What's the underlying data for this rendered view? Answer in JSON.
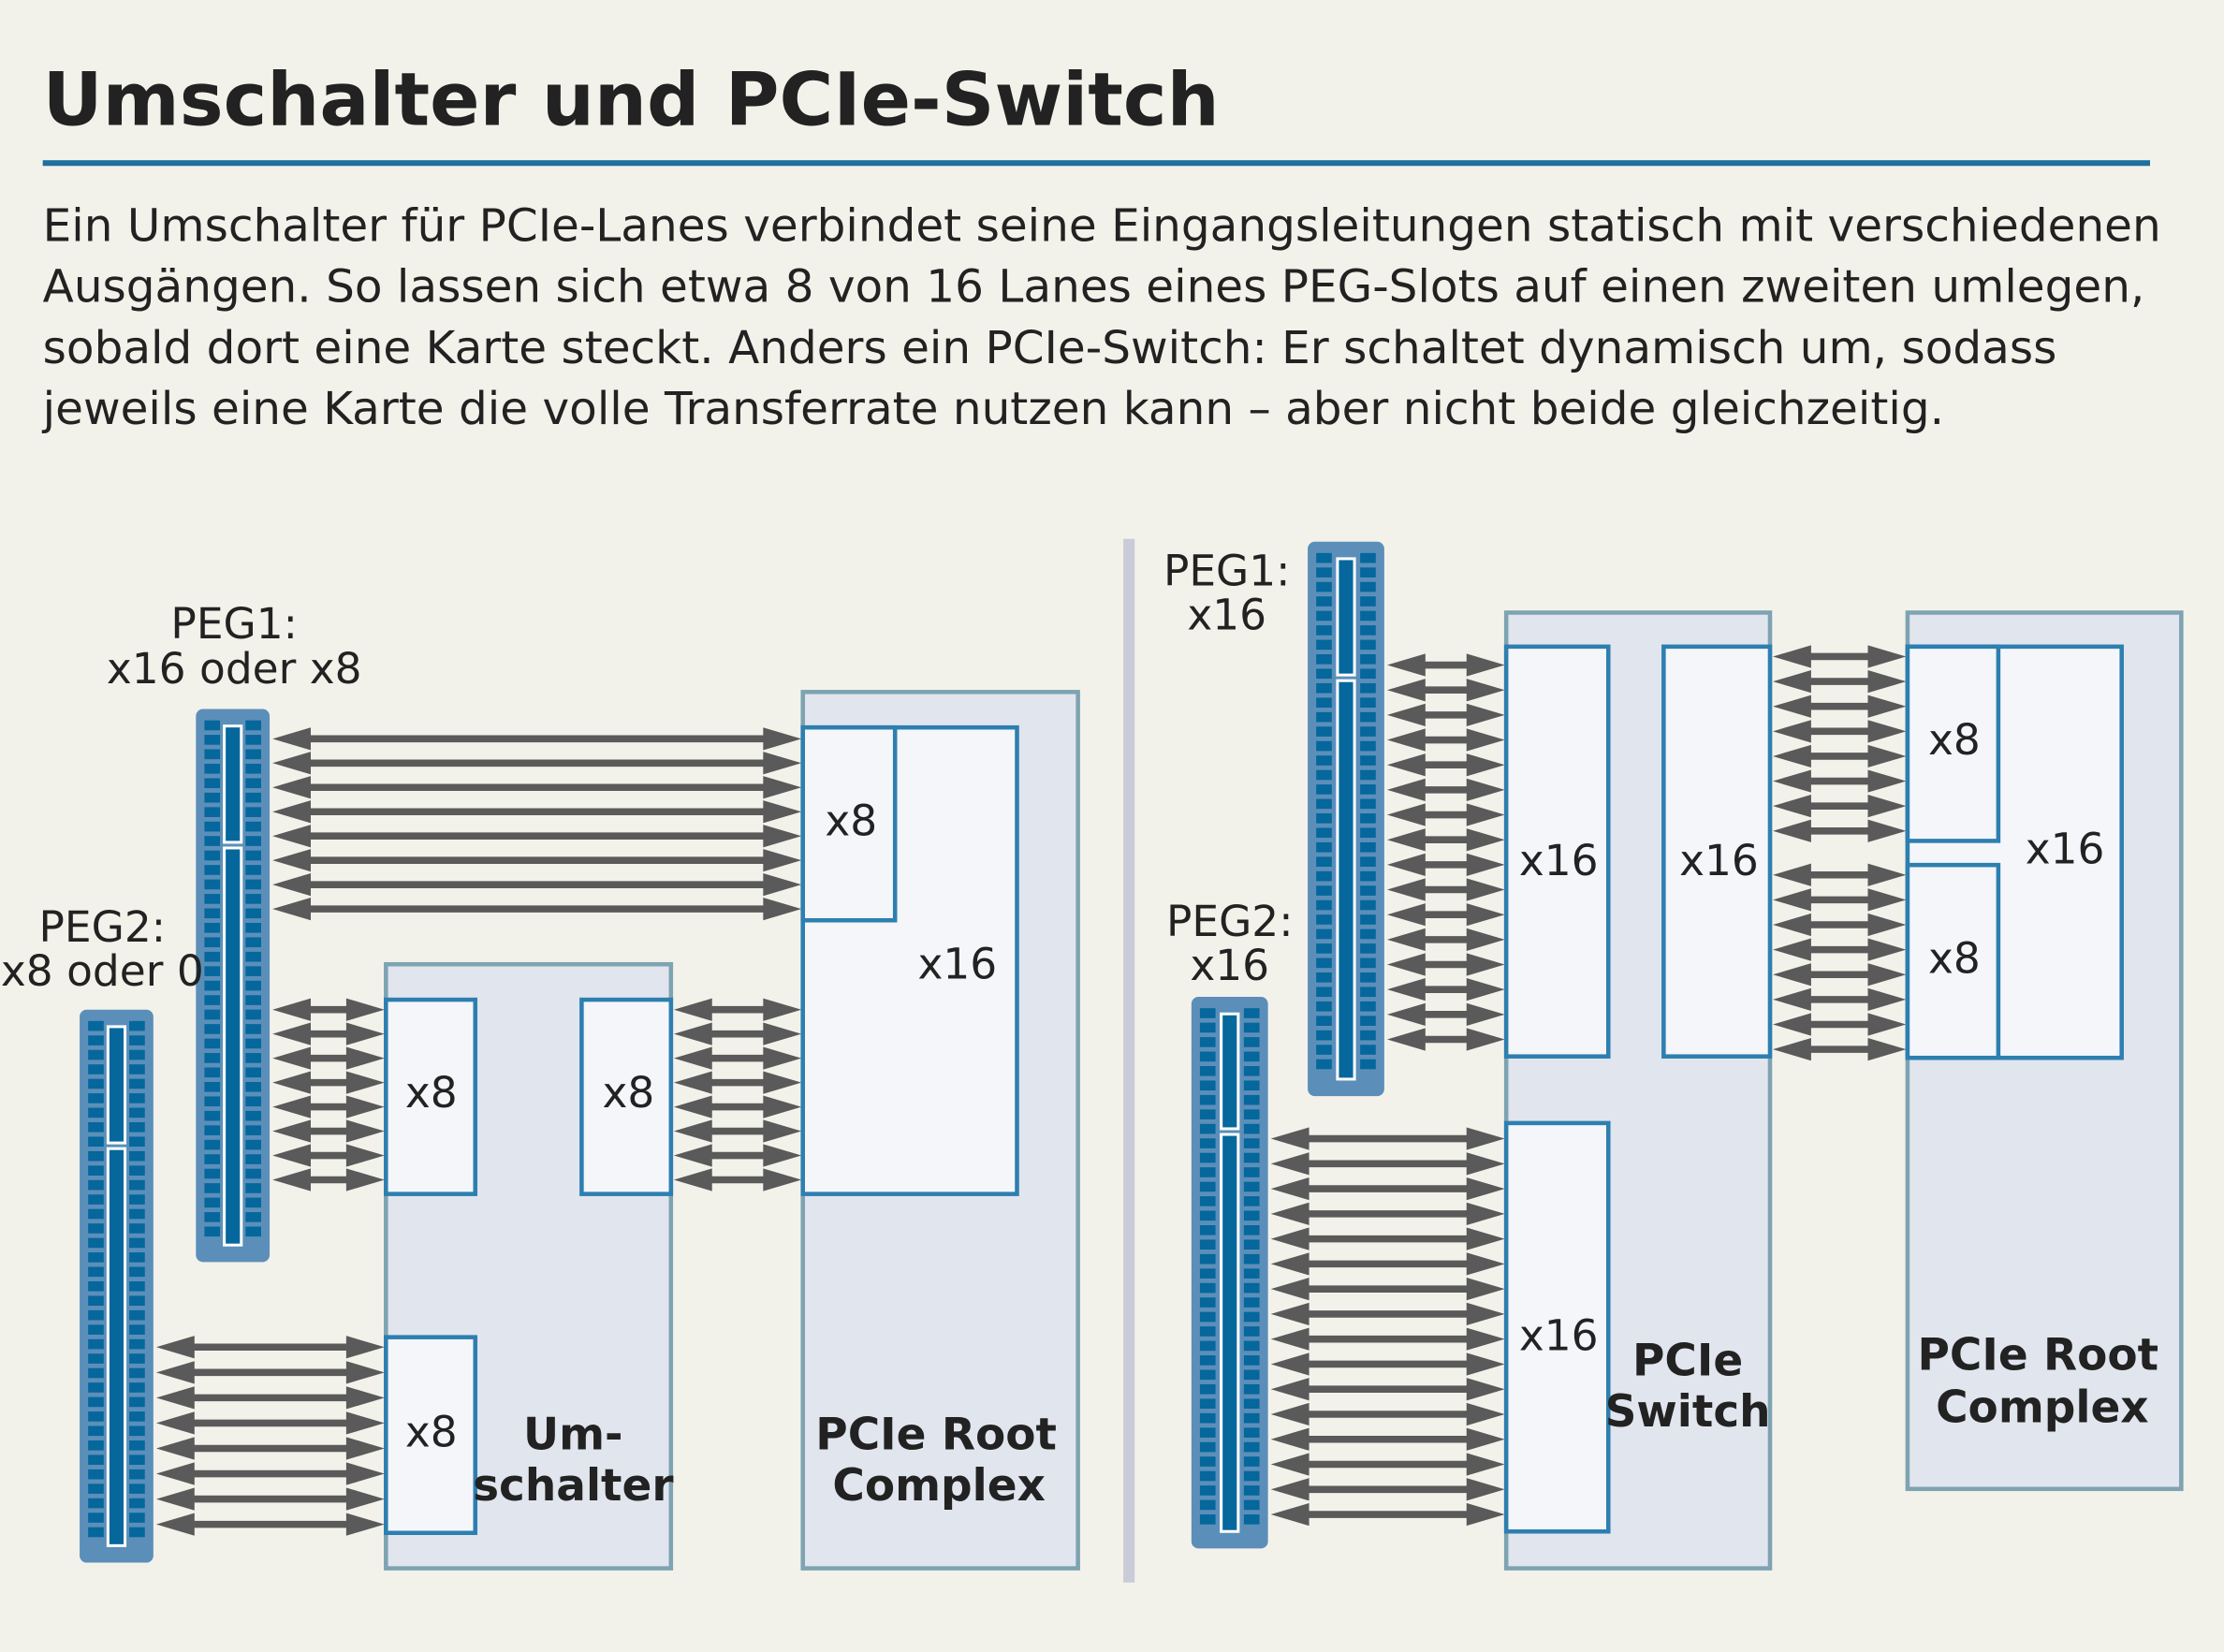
{
  "title": "Umschalter und PCIe-Switch",
  "paragraph": [
    "Ein Umschalter für PCIe-Lanes verbindet seine Eingangsleitungen statisch mit verschiedenen",
    "Ausgängen. So lassen sich etwa 8 von 16 Lanes eines PEG-Slots auf einen zweiten umlegen,",
    "sobald dort eine Karte steckt. Anders ein PCIe-Switch: Er schaltet dynamisch um, sodass",
    "jeweils eine Karte die volle Transferrate nutzen kann – aber nicht beide gleichzeitig."
  ],
  "left": {
    "peg1": [
      "PEG1:",
      "x16 oder x8"
    ],
    "peg2": [
      "PEG2:",
      "x8 oder 0"
    ],
    "umschalter": {
      "name": [
        "Um-",
        "schalter"
      ],
      "ports": [
        "x8",
        "x8",
        "x8"
      ]
    },
    "root": {
      "name": [
        "PCIe Root",
        "Complex"
      ],
      "x8": "x8",
      "x16": "x16"
    }
  },
  "right": {
    "peg1": [
      "PEG1:",
      "x16"
    ],
    "peg2": [
      "PEG2:",
      "x16"
    ],
    "switch": {
      "name": [
        "PCIe",
        "Switch"
      ],
      "ports": [
        "x16",
        "x16",
        "x16"
      ]
    },
    "root": {
      "name": [
        "PCIe Root",
        "Complex"
      ],
      "x8a": "x8",
      "x8b": "x8",
      "x16": "x16"
    }
  },
  "colors": {
    "accent": "#1f6fa0",
    "slot": "#5b8fba",
    "slot_dark": "#05679c",
    "arrow": "#5a5a5a"
  }
}
